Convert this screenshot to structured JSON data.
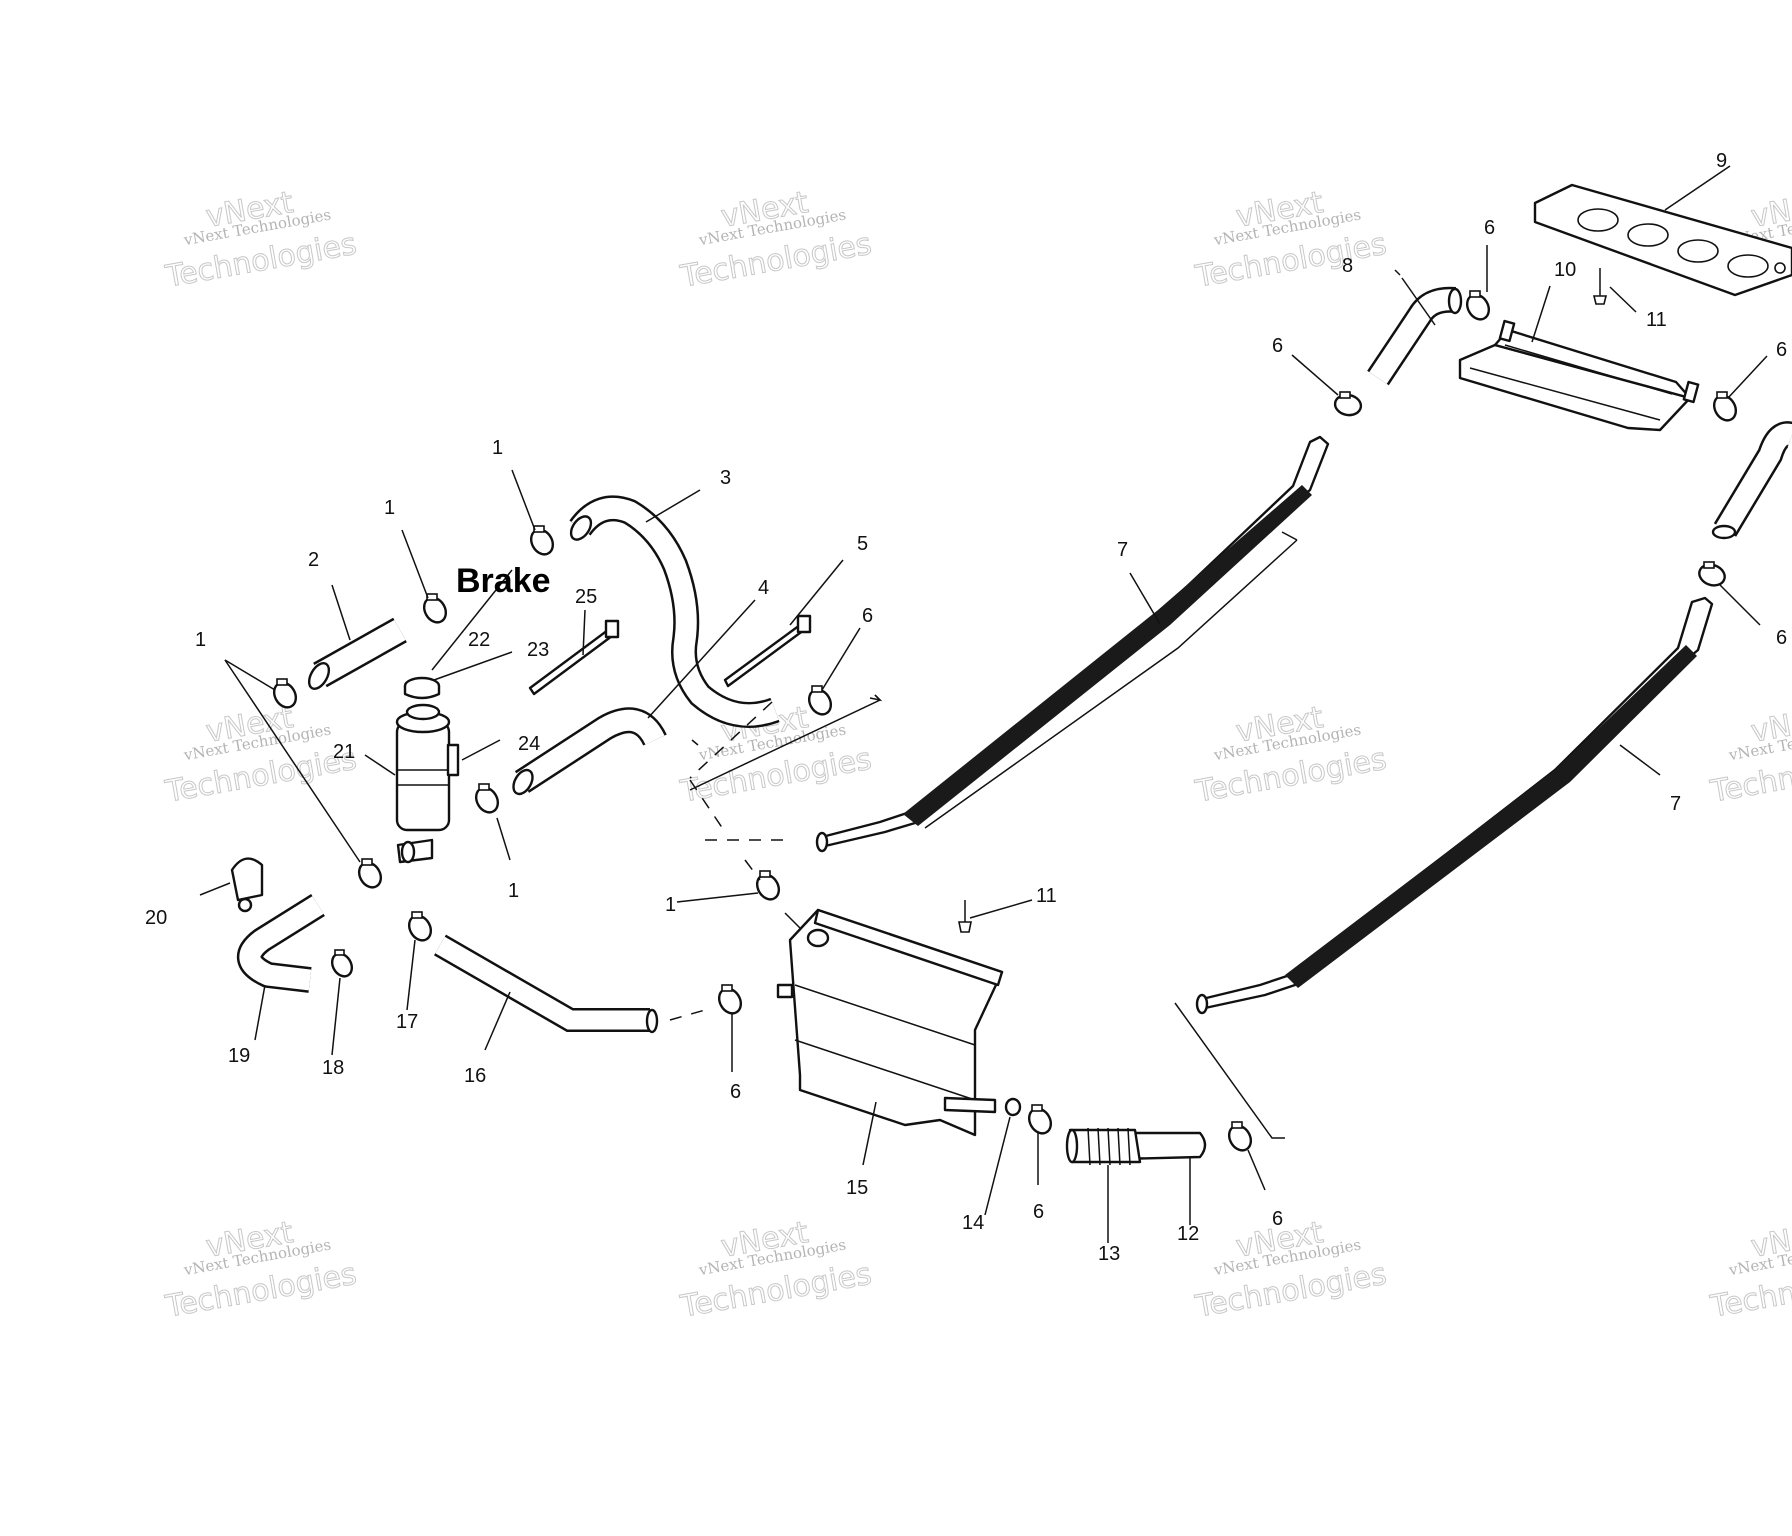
{
  "diagram": {
    "brake_label": "Brake",
    "watermark": {
      "small": "vNext Technologies",
      "big_line1": "vNext",
      "big_line2": "Technologies"
    },
    "callouts": {
      "c1": "1",
      "c2": "2",
      "c3": "3",
      "c4": "4",
      "c5": "5",
      "c6": "6",
      "c7": "7",
      "c8": "8",
      "c9": "9",
      "c10": "10",
      "c11": "11",
      "c12": "12",
      "c13": "13",
      "c14": "14",
      "c15": "15",
      "c16": "16",
      "c17": "17",
      "c18": "18",
      "c19": "19",
      "c20": "20",
      "c21": "21",
      "c22": "22",
      "c23": "23",
      "c24": "24",
      "c25": "25"
    }
  }
}
